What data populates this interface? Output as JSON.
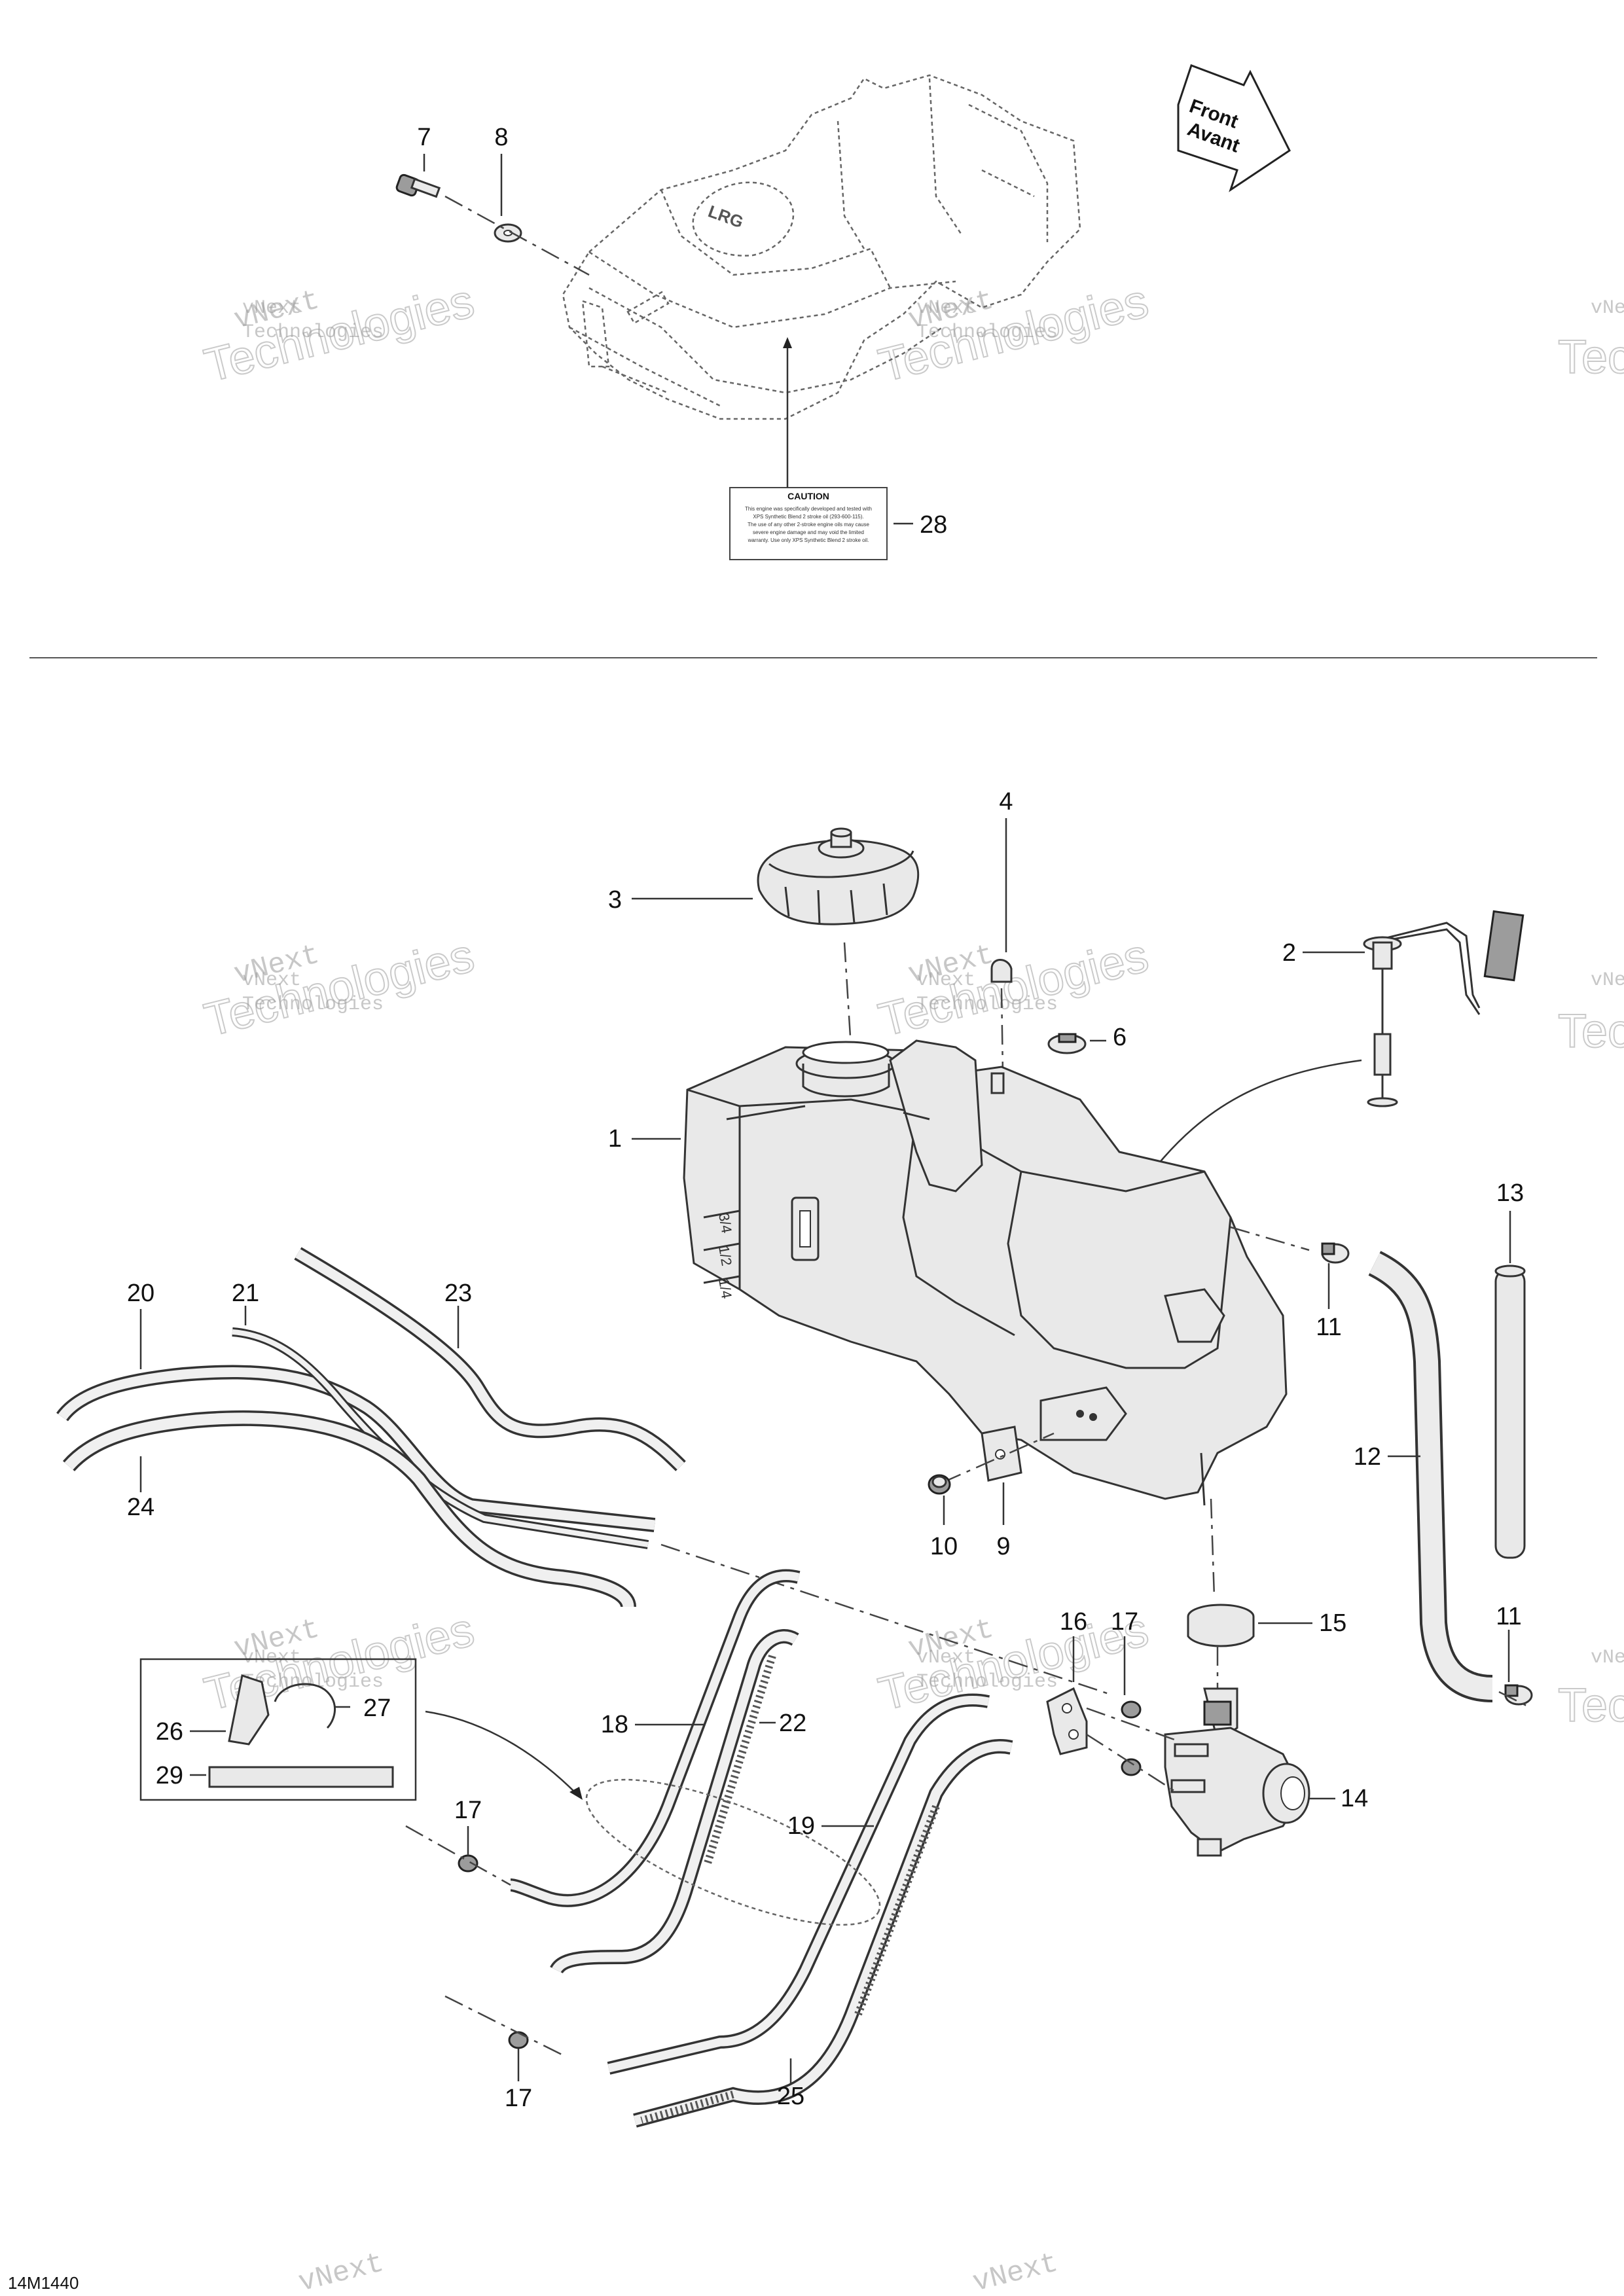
{
  "diagram_code": "14M1440",
  "front_arrow": {
    "line1": "Front",
    "line2": "Avant"
  },
  "watermark": {
    "line1": "vNext",
    "line2": "Technologies",
    "big": "Technologies"
  },
  "caution_label": {
    "title": "CAUTION",
    "lines": [
      "This engine was specifically developed and tested with",
      "XPS Synthetic Blend 2 stroke oil (293-600-115).",
      "The use of any other 2-stroke engine oils may cause",
      "severe engine damage and may void the limited",
      "warranty. Use only XPS Synthetic Blend 2 stroke oil."
    ]
  },
  "callouts": {
    "c1": "1",
    "c2": "2",
    "c3": "3",
    "c4": "4",
    "c6": "6",
    "c7": "7",
    "c8": "8",
    "c9": "9",
    "c10": "10",
    "c11a": "11",
    "c11b": "11",
    "c12": "12",
    "c13": "13",
    "c14": "14",
    "c15": "15",
    "c16": "16",
    "c17a": "17",
    "c17b": "17",
    "c17c": "17",
    "c18": "18",
    "c19": "19",
    "c20": "20",
    "c21": "21",
    "c22": "22",
    "c23": "23",
    "c24": "24",
    "c25": "25",
    "c26": "26",
    "c27": "27",
    "c28": "28",
    "c29": "29"
  }
}
